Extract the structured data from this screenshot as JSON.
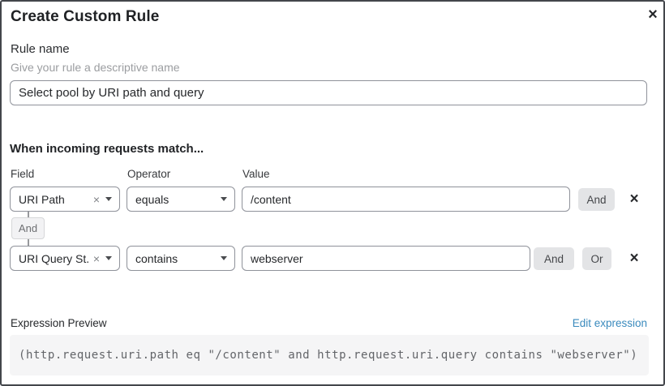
{
  "dialog": {
    "title": "Create Custom Rule",
    "close_icon": "×"
  },
  "rule_name": {
    "label": "Rule name",
    "hint": "Give your rule a descriptive name",
    "value": "Select pool by URI path and query"
  },
  "match": {
    "heading": "When incoming requests match...",
    "columns": {
      "field": "Field",
      "operator": "Operator",
      "value": "Value"
    },
    "connector_label": "And",
    "clear_icon": "×",
    "remove_icon": "×",
    "rows": [
      {
        "field": "URI Path",
        "operator": "equals",
        "value": "/content",
        "and_label": "And"
      },
      {
        "field": "URI Query St...",
        "operator": "contains",
        "value": "webserver",
        "and_label": "And",
        "or_label": "Or"
      }
    ]
  },
  "expression": {
    "label": "Expression Preview",
    "edit_link": "Edit expression",
    "code": "(http.request.uri.path eq \"/content\" and http.request.uri.query contains \"webserver\")"
  },
  "colors": {
    "link": "#3a8abd",
    "button_bg": "#e3e4e6",
    "code_bg": "#f5f5f6",
    "input_border": "#8f929a",
    "dialog_border": "#43464b"
  }
}
